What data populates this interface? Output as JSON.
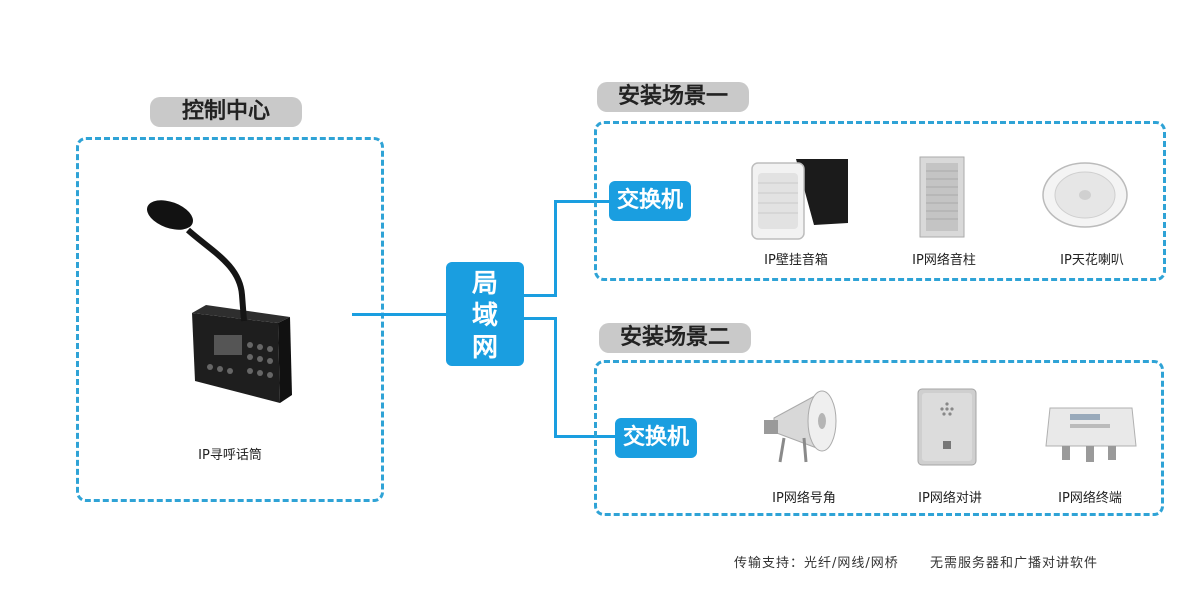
{
  "control_center": {
    "title": "控制中心",
    "device_label": "IP寻呼话筒"
  },
  "network": {
    "lan_chars": [
      "局",
      "域",
      "网"
    ]
  },
  "scene1": {
    "title": "安装场景一",
    "switch_label": "交换机",
    "devices": [
      "IP壁挂音箱",
      "IP网络音柱",
      "IP天花喇叭"
    ]
  },
  "scene2": {
    "title": "安装场景二",
    "switch_label": "交换机",
    "devices": [
      "IP网络号角",
      "IP网络对讲",
      "IP网络终端"
    ]
  },
  "footer": {
    "left": "传输支持：光纤/网线/网桥",
    "right": "无需服务器和广播对讲软件"
  },
  "colors": {
    "accent": "#1a9ee0",
    "dashed_border": "#2fa3d6",
    "label_bg": "#c9c9c9"
  }
}
